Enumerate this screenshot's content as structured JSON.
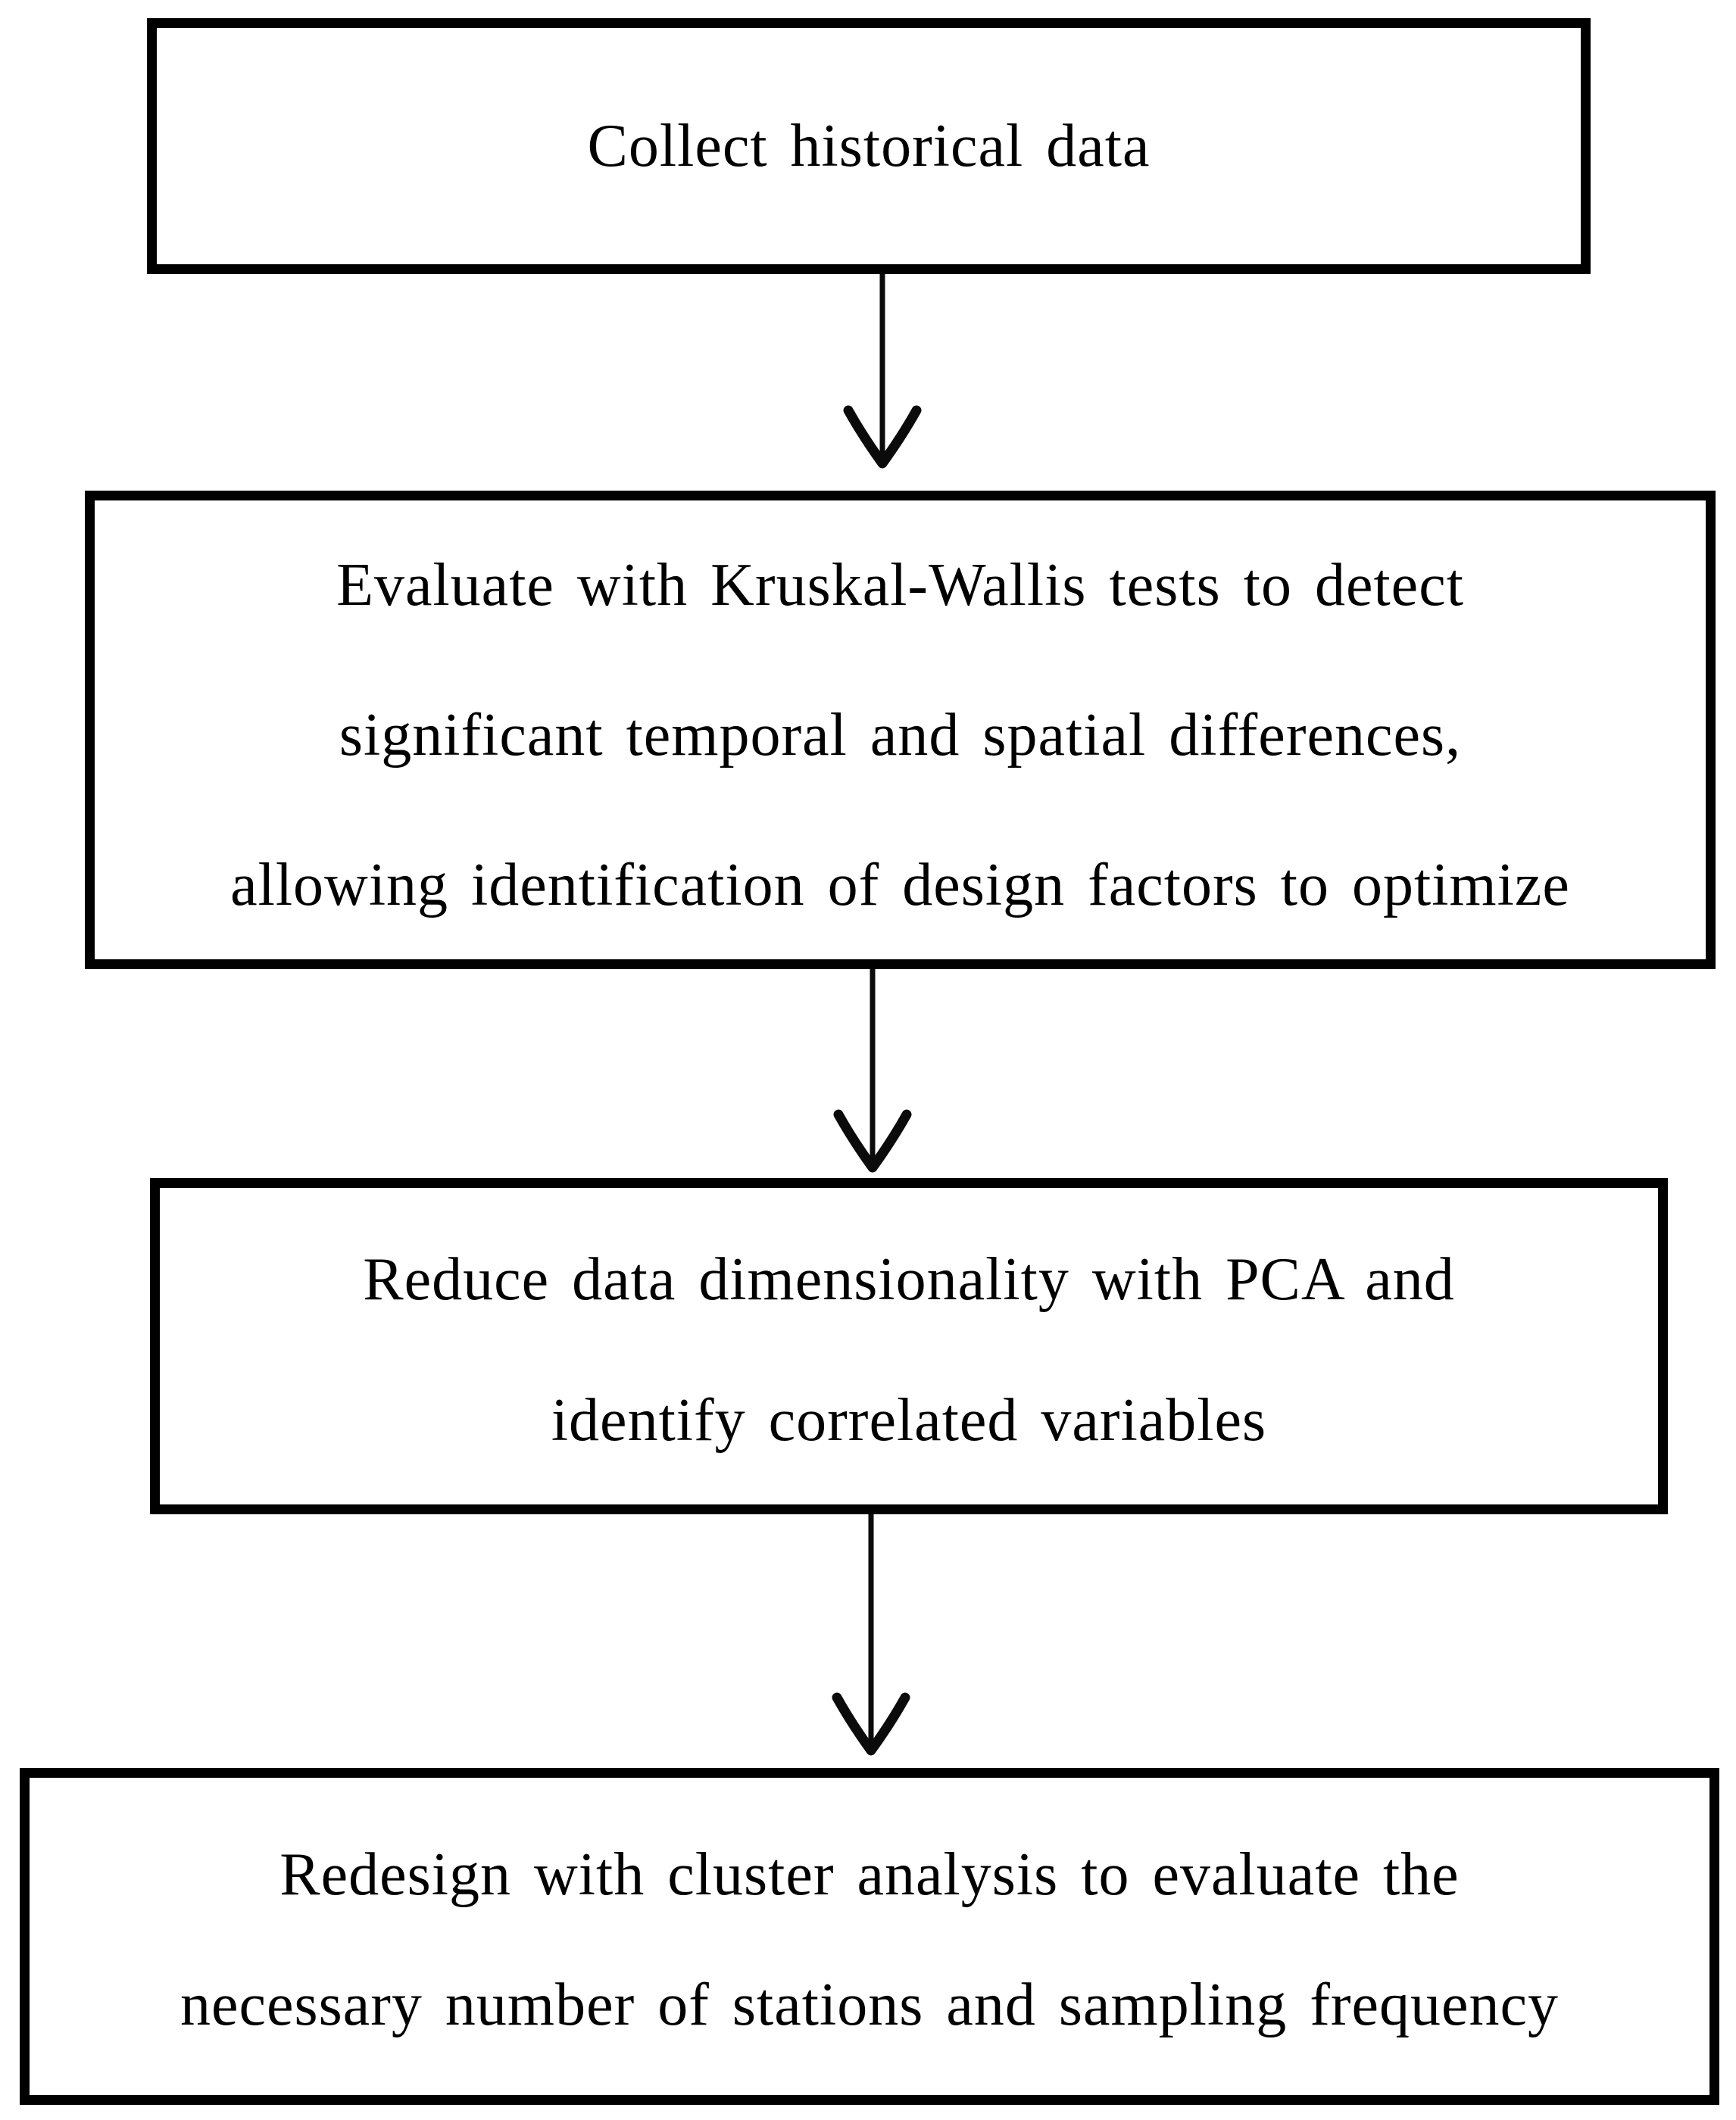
{
  "diagram": {
    "type": "flowchart",
    "direction": "top-down",
    "colors": {
      "background": "#ffffff",
      "box_border": "#000000",
      "text": "#000000",
      "arrow": "#000000"
    },
    "steps": [
      {
        "id": "collect-historical-data",
        "label": "Collect historical data",
        "lines": [
          "Collect historical data"
        ]
      },
      {
        "id": "kruskal-wallis-evaluation",
        "label": "Evaluate with Kruskal-Wallis tests to detect significant temporal and spatial differences, allowing identification of design factors to optimize",
        "lines": [
          "Evaluate with Kruskal-Wallis tests to detect",
          "significant temporal and spatial differences,",
          "allowing identification of design factors to optimize"
        ]
      },
      {
        "id": "pca-dimensionality-reduction",
        "label": "Reduce data dimensionality with PCA and identify correlated variables",
        "lines": [
          "Reduce data dimensionality with PCA and",
          "identify correlated variables"
        ]
      },
      {
        "id": "cluster-analysis-redesign",
        "label": "Redesign with cluster analysis to evaluate the necessary number of stations and sampling frequency",
        "lines": [
          "Redesign with cluster analysis to evaluate the",
          "necessary number of stations and sampling frequency"
        ]
      }
    ],
    "connectors": [
      {
        "id": "arrow-1",
        "from": "collect-historical-data",
        "to": "kruskal-wallis-evaluation",
        "style": "down-arrow"
      },
      {
        "id": "arrow-2",
        "from": "kruskal-wallis-evaluation",
        "to": "pca-dimensionality-reduction",
        "style": "down-arrow"
      },
      {
        "id": "arrow-3",
        "from": "pca-dimensionality-reduction",
        "to": "cluster-analysis-redesign",
        "style": "down-arrow"
      }
    ]
  }
}
